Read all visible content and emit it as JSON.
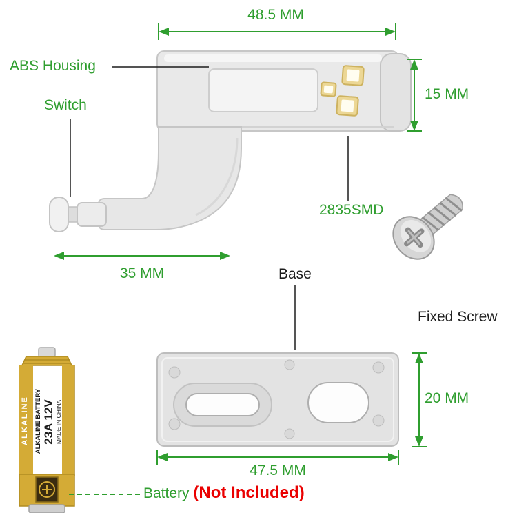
{
  "colors": {
    "label_green": "#2f9e2f",
    "warning_red": "#ea0000",
    "text_black": "#1c1c1c",
    "battery_gold": "#d4ab36",
    "led_gold": "#ecd795"
  },
  "annotations": {
    "dim_top_width": "48.5 MM",
    "dim_housing_height": "15 MM",
    "dim_arm_length": "35 MM",
    "dim_base_height": "20 MM",
    "dim_base_width": "47.5 MM",
    "label_abs_housing": "ABS Housing",
    "label_switch": "Switch",
    "label_smd": "2835SMD",
    "label_fixed_screw": "Fixed Screw",
    "label_base": "Base",
    "label_battery": "Battery",
    "label_not_included": "(Not Included)"
  },
  "battery": {
    "brand_band": "ALKALINE",
    "line1": "ALKALINE BATTERY",
    "line2": "23A 12V",
    "line3": "MADE IN CHINA"
  }
}
